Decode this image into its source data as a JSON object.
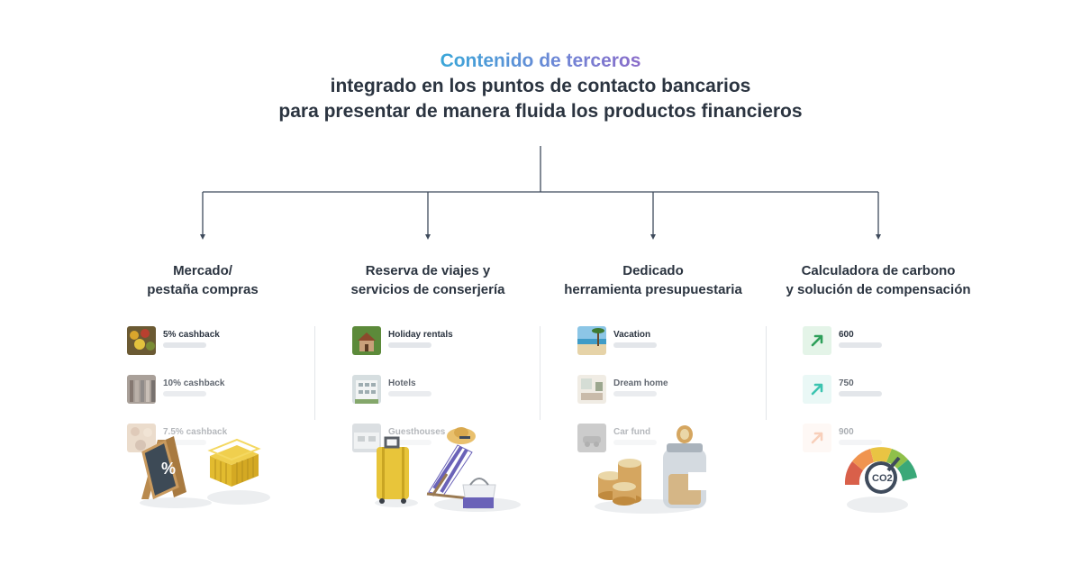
{
  "header": {
    "accent": "Contenido de terceros",
    "line1": "integrado en los puntos de contacto bancarios",
    "line2": "para presentar de manera fluida los productos financieros"
  },
  "colors": {
    "text": "#2b3440",
    "accent_start": "#3aa6d8",
    "accent_end": "#8a6cc9",
    "line": "#3f4b5c",
    "skeleton": "#e3e6ea",
    "arrow_green": "#2e9f5a",
    "arrow_teal": "#3cc4b0",
    "arrow_orange": "#f08a55"
  },
  "columns": [
    {
      "title_line1": "Mercado/",
      "title_line2": "pestaña compras",
      "items": [
        {
          "label": "5% cashback",
          "icon": "market-photo-icon"
        },
        {
          "label": "10% cashback",
          "icon": "clothes-rack-photo-icon"
        },
        {
          "label": "7.5% cashback",
          "icon": "bakery-photo-icon"
        }
      ],
      "illustration": "shop-sign-and-baskets"
    },
    {
      "title_line1": "Reserva de viajes y",
      "title_line2": "servicios de conserjería",
      "items": [
        {
          "label": "Holiday rentals",
          "icon": "house-photo-icon"
        },
        {
          "label": "Hotels",
          "icon": "hotel-photo-icon"
        },
        {
          "label": "Guesthouses",
          "icon": "guesthouse-photo-icon"
        }
      ],
      "illustration": "suitcase-and-beach-chair"
    },
    {
      "title_line1": "Dedicado",
      "title_line2": "herramienta presupuestaria",
      "items": [
        {
          "label": "Vacation",
          "icon": "beach-photo-icon"
        },
        {
          "label": "Dream home",
          "icon": "living-room-photo-icon"
        },
        {
          "label": "Car fund",
          "icon": "car-photo-icon"
        }
      ],
      "illustration": "coin-stacks-and-jar"
    },
    {
      "title_line1": "Calculadora de carbono",
      "title_line2": "y solución de compensación",
      "items": [
        {
          "label": "600",
          "icon": "arrow-up-right-green-icon"
        },
        {
          "label": "750",
          "icon": "arrow-up-right-teal-icon"
        },
        {
          "label": "900",
          "icon": "arrow-up-right-orange-icon"
        }
      ],
      "illustration": "co2-gauge",
      "gauge_label": "CO2"
    }
  ]
}
